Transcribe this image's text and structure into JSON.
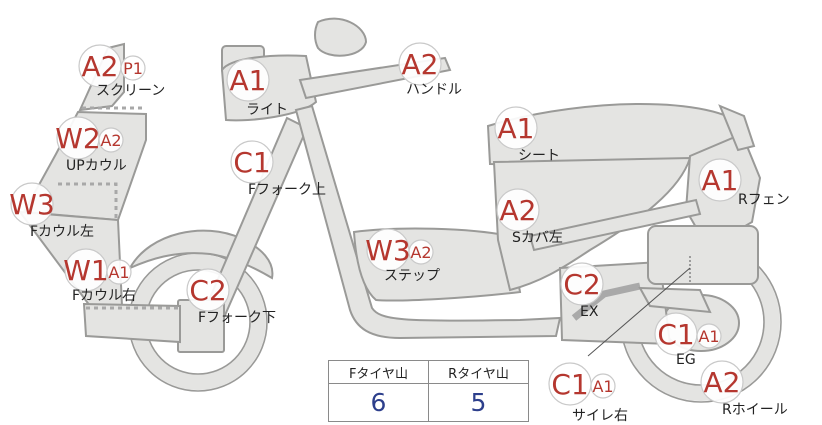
{
  "parts": [
    {
      "id": "screen",
      "grade": "A2",
      "sub": "P1",
      "label": "スクリーン"
    },
    {
      "id": "upcowl",
      "grade": "W2",
      "sub": "A2",
      "label": "UPカウル"
    },
    {
      "id": "fcowl-left",
      "grade": "W3",
      "sub": "",
      "label": "Fカウル左"
    },
    {
      "id": "fcowl-right",
      "grade": "W1",
      "sub": "A1",
      "label": "Fカウル右"
    },
    {
      "id": "light",
      "grade": "A1",
      "sub": "",
      "label": "ライト"
    },
    {
      "id": "ffork-upper",
      "grade": "C1",
      "sub": "",
      "label": "Fフォーク上"
    },
    {
      "id": "ffork-lower",
      "grade": "C2",
      "sub": "",
      "label": "Fフォーク下"
    },
    {
      "id": "handle",
      "grade": "A2",
      "sub": "",
      "label": "ハンドル"
    },
    {
      "id": "seat",
      "grade": "A1",
      "sub": "",
      "label": "シート"
    },
    {
      "id": "rfender",
      "grade": "A1",
      "sub": "",
      "label": "Rフェン"
    },
    {
      "id": "scover-left",
      "grade": "A2",
      "sub": "",
      "label": "Sカバ左"
    },
    {
      "id": "step",
      "grade": "W3",
      "sub": "A2",
      "label": "ステップ"
    },
    {
      "id": "exhaust",
      "grade": "C2",
      "sub": "",
      "label": "EX"
    },
    {
      "id": "engine",
      "grade": "C1",
      "sub": "A1",
      "label": "EG"
    },
    {
      "id": "muffler-right",
      "grade": "C1",
      "sub": "A1",
      "label": "サイレ右"
    },
    {
      "id": "rwheel",
      "grade": "A2",
      "sub": "",
      "label": "Rホイール"
    }
  ],
  "tread": {
    "front_header": "Fタイヤ山",
    "rear_header": "Rタイヤ山",
    "front_value": "6",
    "rear_value": "5"
  }
}
